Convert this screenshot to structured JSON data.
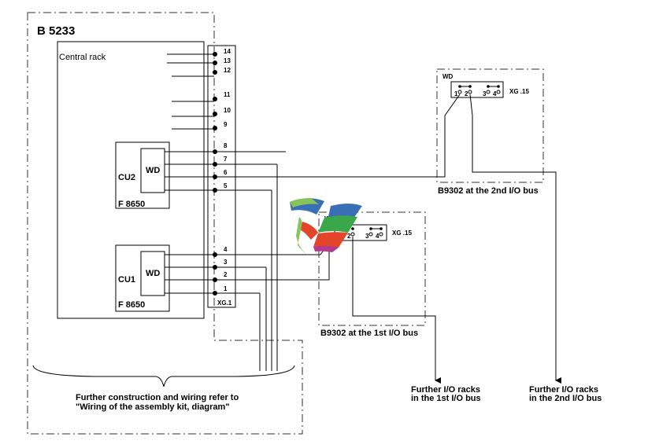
{
  "assembly_label": "B 5233",
  "central_rack_label": "Central rack",
  "terminal_strip_label": "XG.1",
  "terminals": {
    "t14": "14",
    "t13": "13",
    "t12": "12",
    "t11": "11",
    "t10": "10",
    "t9": "9",
    "t8": "8",
    "t7": "7",
    "t6": "6",
    "t5": "5",
    "t4": "4",
    "t3": "3",
    "t2": "2",
    "t1": "1"
  },
  "cu2": {
    "name": "CU2",
    "wd": "WD",
    "module": "F 8650"
  },
  "cu1": {
    "name": "CU1",
    "wd": "WD",
    "module": "F 8650"
  },
  "io2": {
    "wd": "WD",
    "connector": "XG .15",
    "p1": "1",
    "p2": "2",
    "p3": "3",
    "p4": "4",
    "caption": "B9302 at the 2nd I/O bus"
  },
  "io1": {
    "wd": "WD",
    "connector": "XG .15",
    "p2": "2",
    "p3": "3",
    "p4": "4",
    "caption": "B9302 at the 1st I/O bus"
  },
  "note": {
    "line1": "Further construction and wiring refer to",
    "line2": "\"Wiring of the assembly kit, diagram\""
  },
  "further1": {
    "line1": "Further I/O racks",
    "line2": "in the 1st I/O bus"
  },
  "further2": {
    "line1": "Further I/O racks",
    "line2": "in the 2nd I/O bus"
  }
}
